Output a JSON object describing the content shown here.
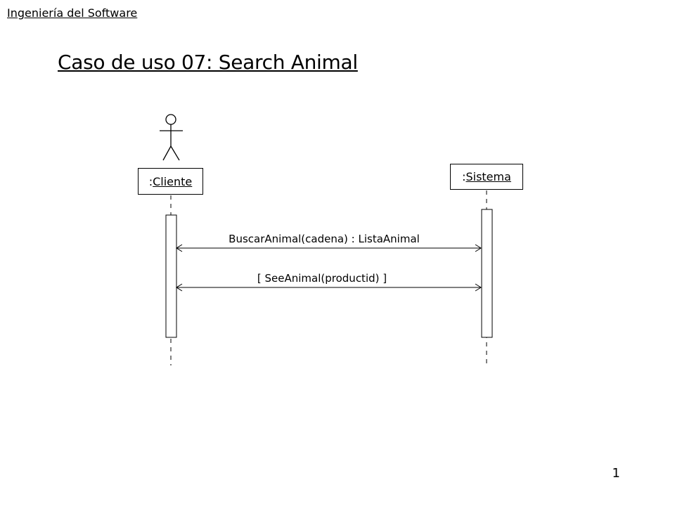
{
  "header": {
    "course": "Ingeniería del Software"
  },
  "slide": {
    "title": "Caso de uso 07: Search Animal",
    "page_number": "1"
  },
  "lifelines": {
    "client": {
      "prefix": ":",
      "name": "Cliente"
    },
    "system": {
      "prefix": ":",
      "name": "Sistema"
    }
  },
  "messages": [
    {
      "label": "BuscarAnimal(cadena) : ListaAnimal",
      "direction": "bidirectional"
    },
    {
      "label": "[ SeeAnimal(productid) ]",
      "direction": "bidirectional"
    }
  ],
  "colors": {
    "line": "#000000",
    "background": "#ffffff"
  }
}
